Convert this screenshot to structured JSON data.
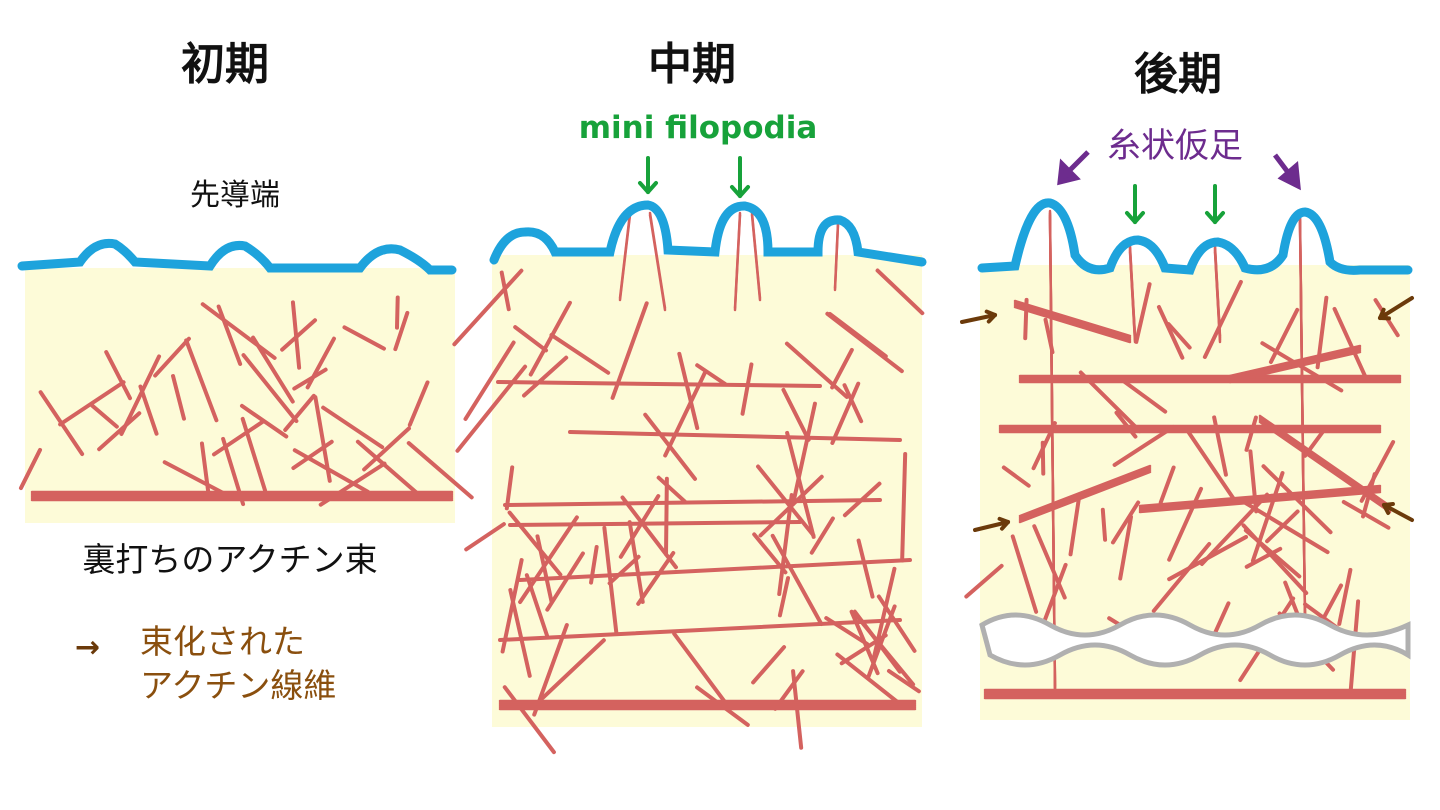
{
  "titles": {
    "early": "初期",
    "middle": "中期",
    "late": "後期"
  },
  "labels": {
    "leading_edge": "先導端",
    "mini_filopodia": "mini filopodia",
    "filopodia": "糸状仮足",
    "cortical_bundle": "裏打ちのアクチン束",
    "legend_line1": "束化された",
    "legend_line2": "アクチン線維"
  },
  "colors": {
    "cytoplasm": "#fdfbd8",
    "membrane": "#1ea3dc",
    "actin": "#d4625f",
    "green": "#17a23a",
    "purple": "#6d2c8e",
    "brown": "#6b3a0a",
    "legend_text": "#8a4f0e"
  }
}
